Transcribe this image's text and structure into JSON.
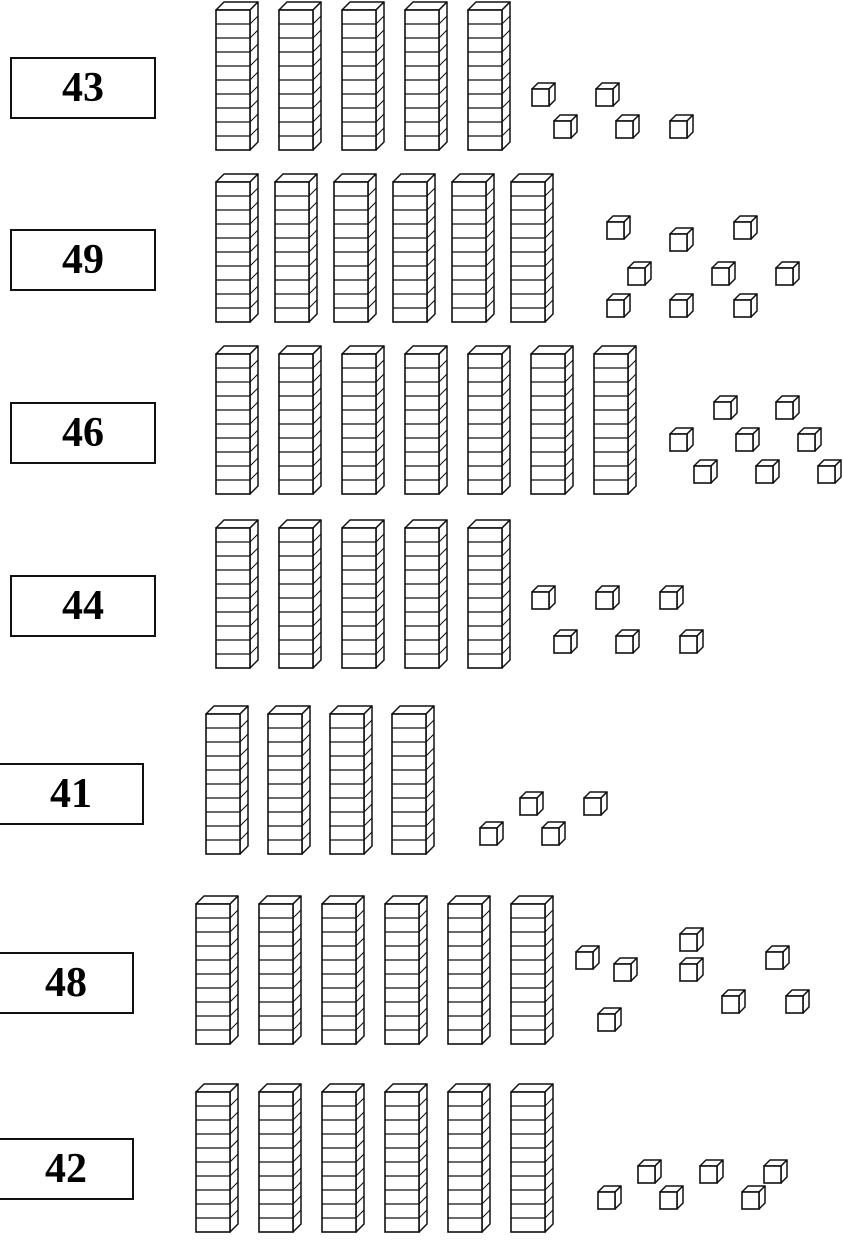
{
  "colors": {
    "line": "#111111",
    "face": "#ffffff",
    "box_text": "#000000"
  },
  "rows": [
    {
      "label": "43",
      "rods": 5,
      "units": 5
    },
    {
      "label": "49",
      "rods": 6,
      "units": 9
    },
    {
      "label": "46",
      "rods": 7,
      "units": 8
    },
    {
      "label": "44",
      "rods": 5,
      "units": 6
    },
    {
      "label": "41",
      "rods": 4,
      "units": 4
    },
    {
      "label": "48",
      "rods": 6,
      "units": 8
    },
    {
      "label": "42",
      "rods": 6,
      "units": 6
    }
  ]
}
